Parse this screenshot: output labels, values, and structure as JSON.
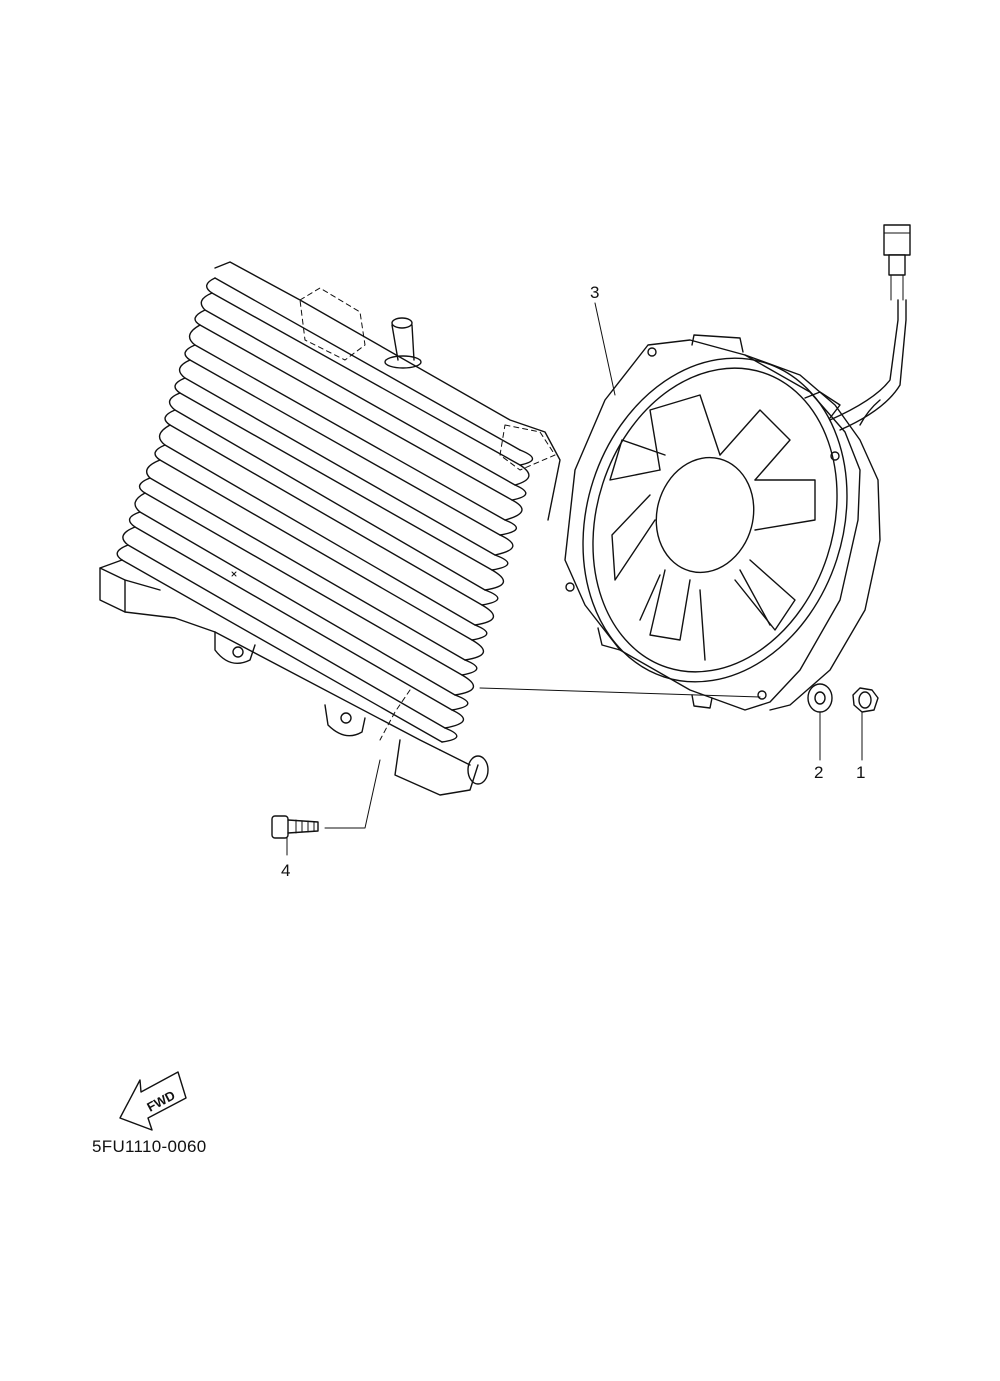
{
  "callouts": {
    "nut": "1",
    "washer": "2",
    "fan": "3",
    "bolt": "4"
  },
  "fwd_label": "FWD",
  "drawing_code": "5FU1110-0060",
  "colors": {
    "line": "#111111",
    "background": "#ffffff"
  }
}
